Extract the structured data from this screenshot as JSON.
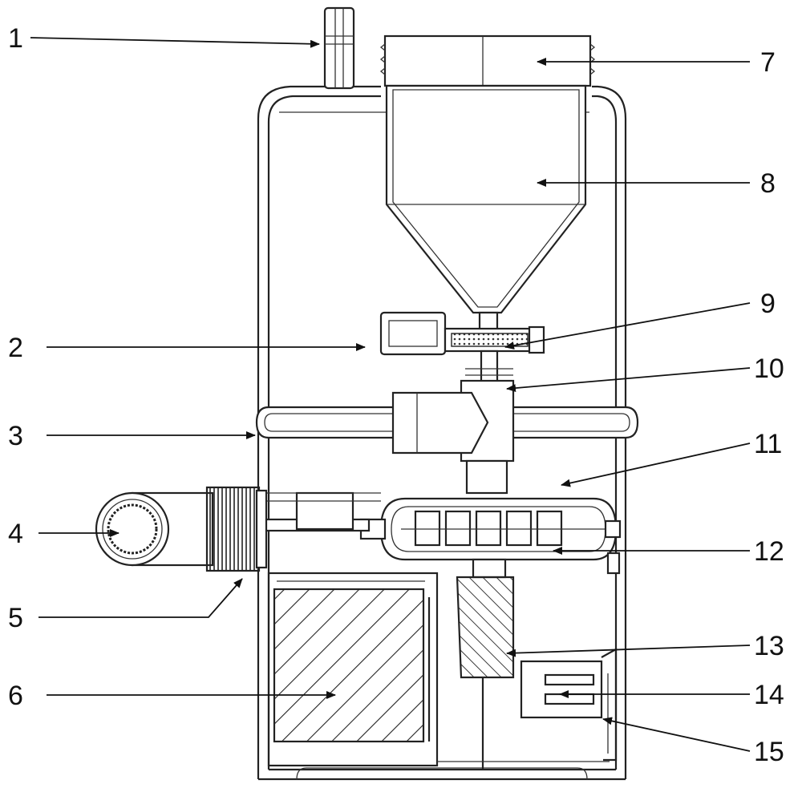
{
  "labels": {
    "l1": "1",
    "l2": "2",
    "l3": "3",
    "l4": "4",
    "l5": "5",
    "l6": "6",
    "l7": "7",
    "l8": "8",
    "l9": "9",
    "l10": "10",
    "l11": "11",
    "l12": "12",
    "l13": "13",
    "l14": "14",
    "l15": "15"
  },
  "colors": {
    "line": "#222222",
    "background": "#ffffff"
  }
}
